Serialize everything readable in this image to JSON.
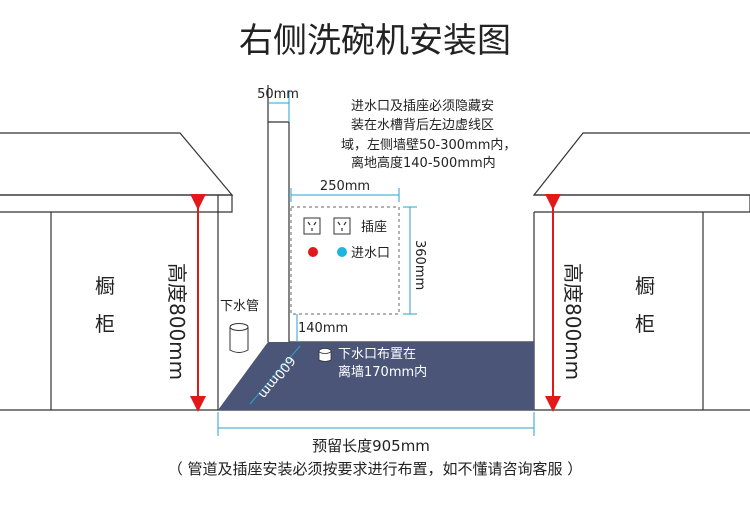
{
  "title": "右侧洗碗机安装图",
  "note_lines": [
    "进水口及插座必须隐藏安",
    "装在水槽背后左边虚线区",
    "域，左侧墙壁50-300mm内，",
    "离地高度140-500mm内"
  ],
  "dimensions": {
    "gap_50": "50mm",
    "width_250": "250mm",
    "height_360": "360mm",
    "height_140": "140mm",
    "depth_600": "600mm",
    "reserve_length": "预留长度905mm"
  },
  "labels": {
    "socket": "插座",
    "water_inlet": "进水口",
    "drain_pipe": "下水管",
    "drain_note_1": "下水口布置在",
    "drain_note_2": "离墙170mm内",
    "cabinet_left_1": "橱",
    "cabinet_left_2": "柜",
    "cabinet_right_1": "橱",
    "cabinet_right_2": "柜",
    "height_800_left": "高度800mm",
    "height_800_right": "高度800mm"
  },
  "footer": "（ 管道及插座安装必须按要求进行布置，如不懂请咨询客服 ）",
  "colors": {
    "floor": "#4b5577",
    "red_arrow": "#e2191a",
    "blue_dot": "#1fb3e0",
    "red_dot": "#e2191a",
    "dimension_line": "#2aa3cc"
  }
}
